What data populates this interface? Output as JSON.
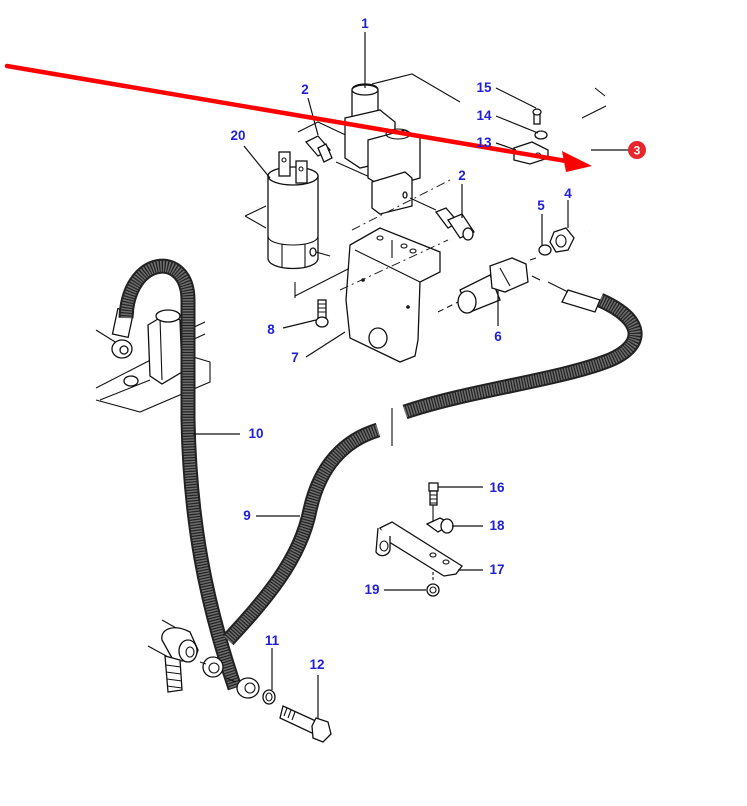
{
  "diagram": {
    "type": "exploded-parts-diagram",
    "label_color": "#1f1fd6",
    "highlight_color": "#e8262b",
    "arrow_color": "#ff0000",
    "highlighted_part": "3",
    "labels": {
      "p1": "1",
      "p2a": "2",
      "p2b": "2",
      "p3": "3",
      "p4": "4",
      "p5": "5",
      "p6": "6",
      "p7": "7",
      "p8": "8",
      "p9": "9",
      "p10": "10",
      "p11": "11",
      "p12": "12",
      "p13": "13",
      "p14": "14",
      "p15": "15",
      "p16": "16",
      "p17": "17",
      "p18": "18",
      "p19": "19",
      "p20": "20"
    }
  }
}
